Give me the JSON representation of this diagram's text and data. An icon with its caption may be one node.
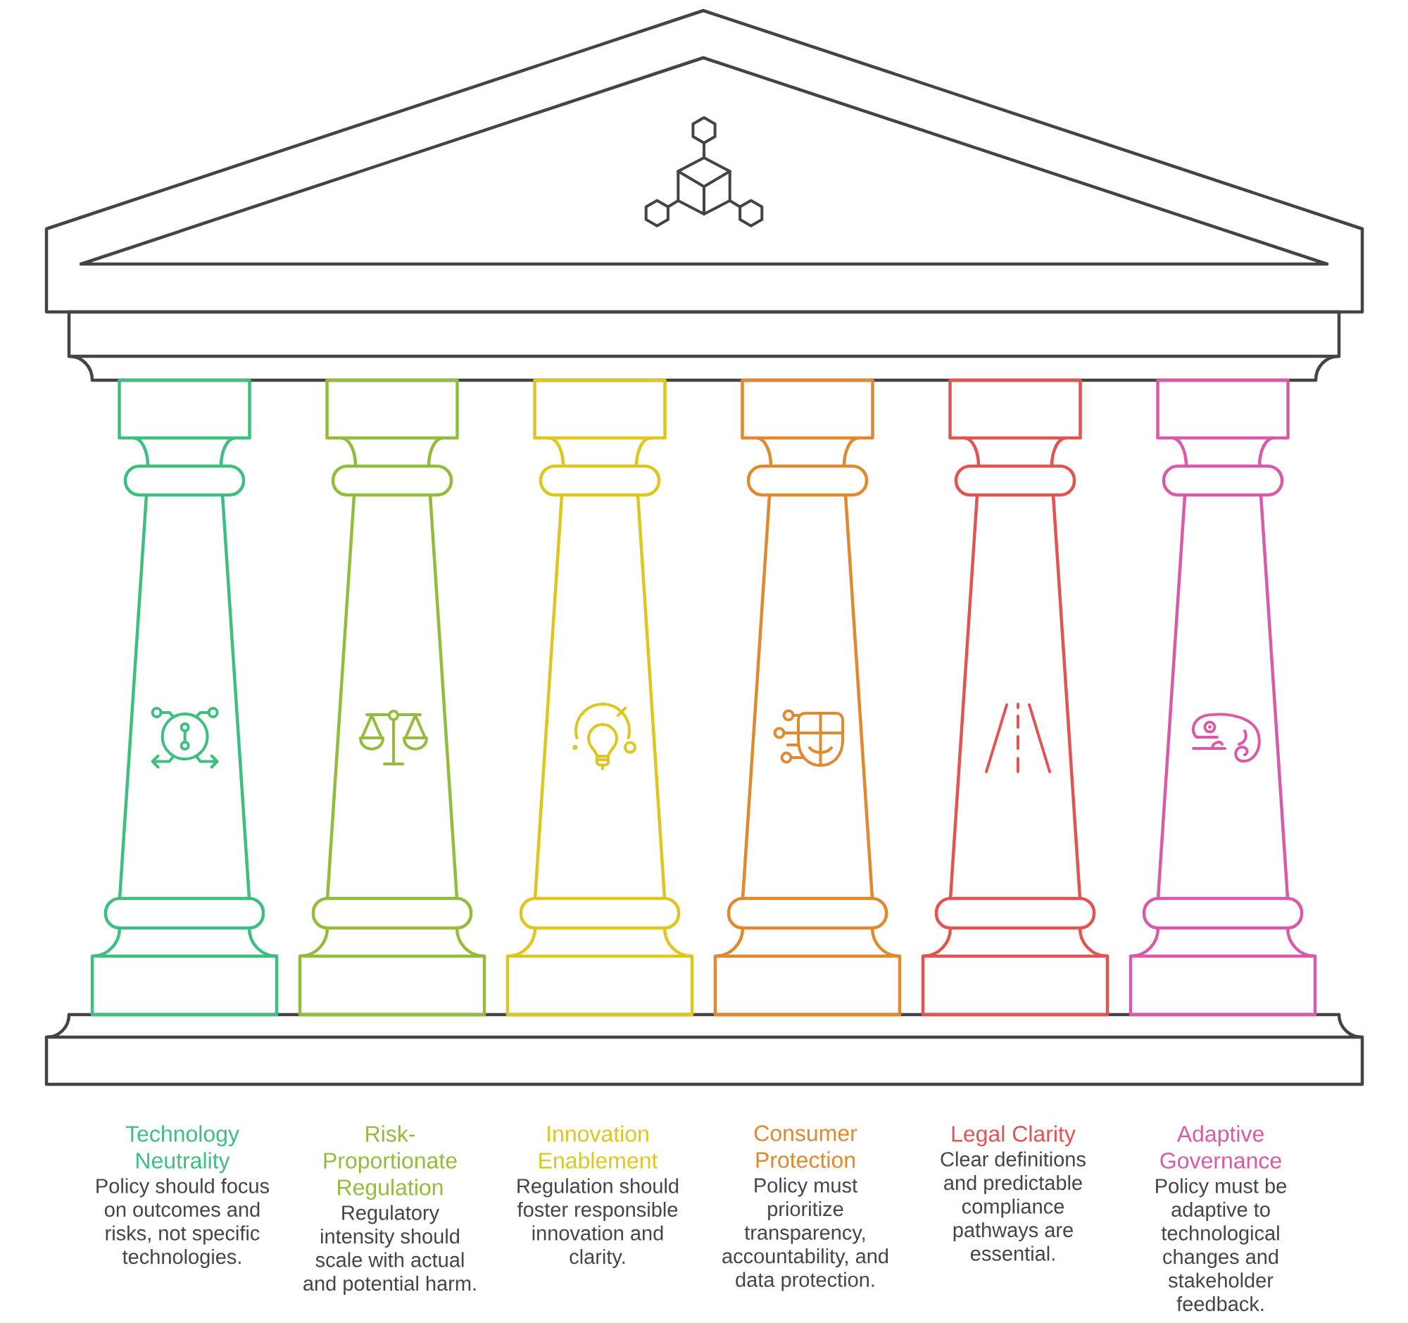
{
  "diagram": {
    "nodes": [
      {
        "text": [
          "Technology Neutrality",
          "Policy should focus on outcomes and risks, not specific technologies."
        ]
      },
      {
        "text": [
          "Risk-Proportionate Regulation",
          "Regulatory intensity should scale with actual and potential harm."
        ]
      },
      {
        "text": [
          "Innovation Enablement",
          "Regulation should foster responsible innovation and clarity."
        ]
      },
      {
        "text": [
          "Consumer Protection",
          "Policy must prioritize transparency, accountability, and data protection."
        ]
      },
      {
        "text": [
          "Legal Clarity",
          "Clear definitions and predictable compliance pathways are essential."
        ]
      },
      {
        "text": [
          "Adaptive Governance",
          "Policy must be adaptive to technological changes and stakeholder feedback."
        ]
      }
    ]
  }
}
